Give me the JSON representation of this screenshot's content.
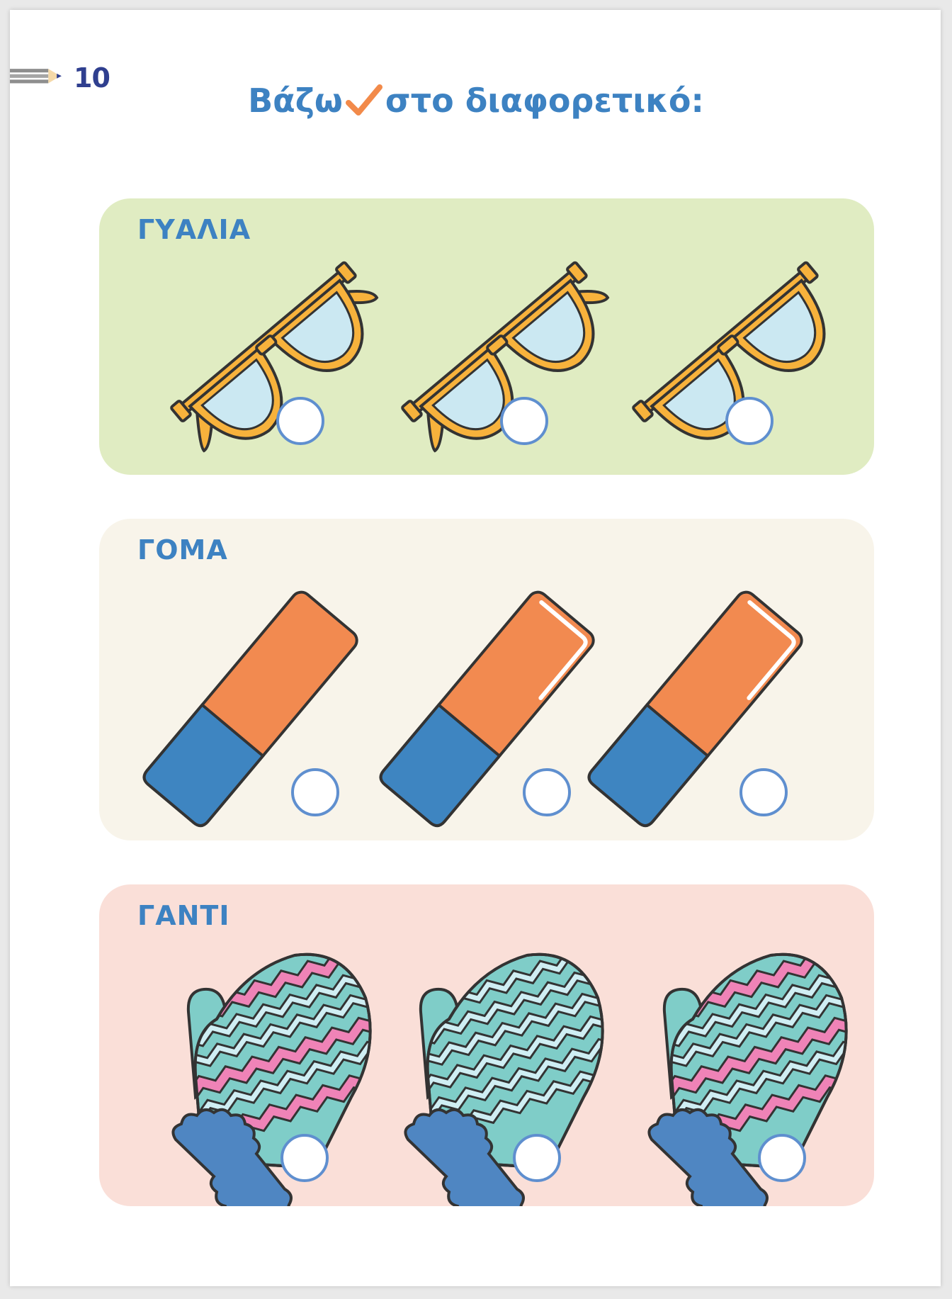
{
  "page": {
    "number": "10",
    "instruction_before": "Βάζω",
    "instruction_after": "στο διαφορετικό:"
  },
  "colors": {
    "accent_blue": "#3d82c2",
    "check_orange": "#f28a4a",
    "panel_glasses": "#e0ecc2",
    "panel_eraser": "#f8f4ea",
    "panel_mitten": "#fadfd8"
  },
  "rows": [
    {
      "label": "ΓΥΑΛΙΑ",
      "item_icon": "glasses-icon",
      "answer_count": 3
    },
    {
      "label": "ΓΟΜΑ",
      "item_icon": "eraser-icon",
      "answer_count": 3
    },
    {
      "label": "ΓΑΝΤΙ",
      "item_icon": "mitten-icon",
      "answer_count": 3
    }
  ]
}
